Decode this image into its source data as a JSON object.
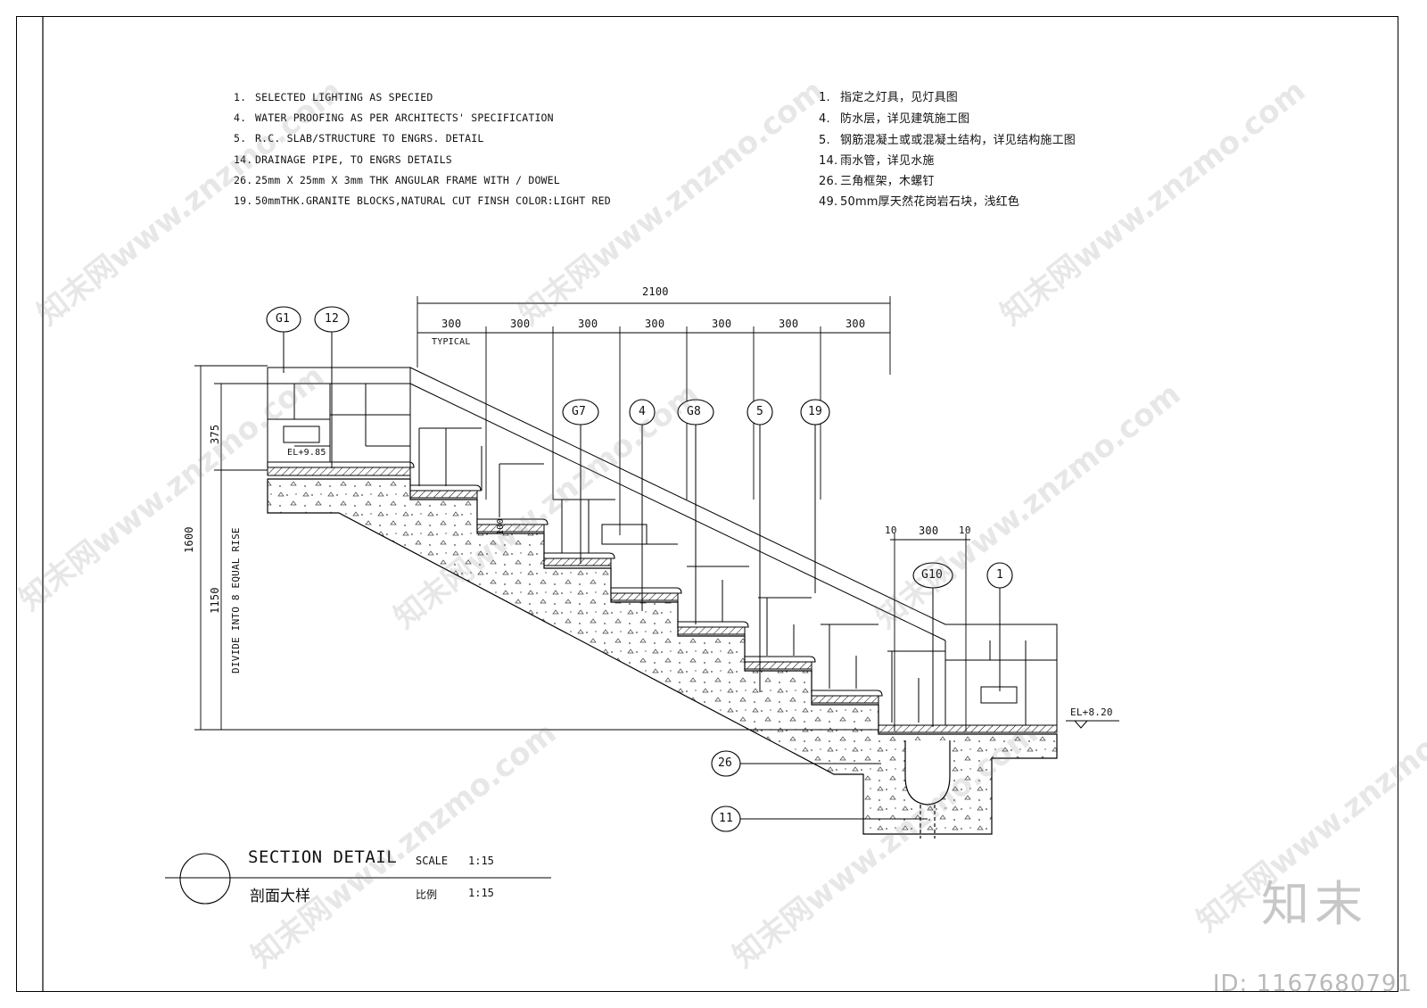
{
  "notes_en": [
    {
      "num": "1.",
      "text": "SELECTED LIGHTING AS SPECIED"
    },
    {
      "num": "4.",
      "text": "WATER PROOFING AS PER ARCHITECTS' SPECIFICATION"
    },
    {
      "num": "5.",
      "text": "R.C. SLAB/STRUCTURE TO ENGRS. DETAIL"
    },
    {
      "num": "14.",
      "text": "DRAINAGE PIPE, TO ENGRS DETAILS"
    },
    {
      "num": "26.",
      "text": "25mm X 25mm X 3mm THK ANGULAR FRAME WITH / DOWEL"
    },
    {
      "num": "19.",
      "text": "50mmTHK.GRANITE BLOCKS,NATURAL CUT FINSH COLOR:LIGHT RED"
    }
  ],
  "notes_cn": [
    {
      "num": "1.",
      "text": "指定之灯具，见灯具图"
    },
    {
      "num": "4.",
      "text": "防水层，详见建筑施工图"
    },
    {
      "num": "5.",
      "text": "钢筋混凝土或或混凝土结构，详见结构施工图"
    },
    {
      "num": "14.",
      "text": "雨水管，详见水施"
    },
    {
      "num": "26.",
      "text": "三角框架，木螺钉"
    },
    {
      "num": "49.",
      "text": "50mm厚天然花岗岩石块，浅红色"
    }
  ],
  "dimensions": {
    "total_run": "2100",
    "tread": "300",
    "typical": "TYPICAL",
    "total_height": "1600",
    "upper": "375",
    "rise_total": "1150",
    "rise_note": "DIVIDE INTO 8 EQUAL RISE",
    "riser": "100",
    "drain_width": "300",
    "drain_side": "10"
  },
  "levels": {
    "top": "EL+9.85",
    "bottom": "EL+8.20"
  },
  "callouts": [
    "G1",
    "12",
    "G7",
    "4",
    "G8",
    "5",
    "19",
    "G10",
    "1",
    "26",
    "11"
  ],
  "title": {
    "en": "SECTION DETAIL",
    "cn": "剖面大样",
    "scale_en_label": "SCALE",
    "scale_cn_label": "比例",
    "scale_value": "1:15"
  },
  "watermark": "知末网www.znzmo.com",
  "brand": "知末",
  "id_label": "ID: 1167680791"
}
